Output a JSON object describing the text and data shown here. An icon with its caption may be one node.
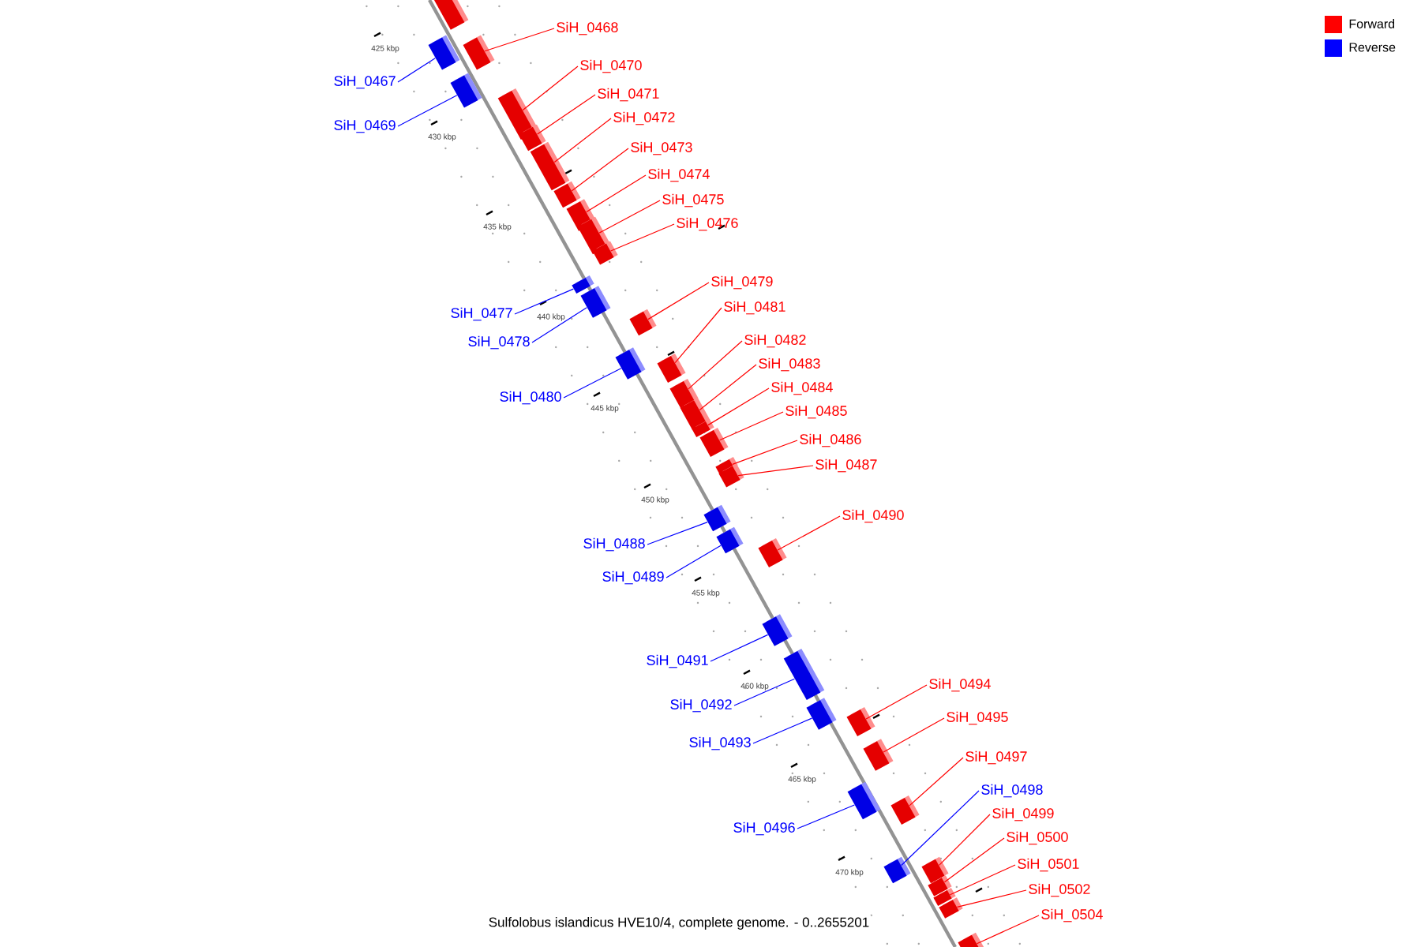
{
  "diagram": {
    "caption": "Sulfolobus islandicus HVE10/4, complete genome. - 0..2655201",
    "nodes": [
      {
        "text": [],
        "shape": "box"
      },
      {
        "text": [
          "SiH_0467"
        ]
      },
      {
        "text": [],
        "shape": "box"
      },
      {
        "text": [
          "SiH_0468"
        ]
      },
      {
        "text": [],
        "shape": "box"
      },
      {
        "text": [
          "SiH_0469"
        ]
      },
      {
        "text": [],
        "shape": "box"
      },
      {
        "text": [
          "SiH_0470"
        ]
      },
      {
        "text": [],
        "shape": "box"
      },
      {
        "text": [
          "SiH_0471"
        ]
      },
      {
        "text": [],
        "shape": "box"
      },
      {
        "text": [
          "SiH_0472"
        ]
      },
      {
        "text": [],
        "shape": "box"
      },
      {
        "text": [
          "SiH_0473"
        ]
      },
      {
        "text": [],
        "shape": "box"
      },
      {
        "text": [
          "SiH_0474"
        ]
      },
      {
        "text": [],
        "shape": "box"
      },
      {
        "text": [
          "SiH_0475"
        ]
      },
      {
        "text": [],
        "shape": "box"
      },
      {
        "text": [
          "SiH_0476"
        ]
      },
      {
        "text": [],
        "shape": "box"
      },
      {
        "text": [
          "SiH_0477"
        ]
      },
      {
        "text": [],
        "shape": "box"
      },
      {
        "text": [
          "SiH_0478"
        ]
      },
      {
        "text": [],
        "shape": "box"
      },
      {
        "text": [
          "SiH_0479"
        ]
      },
      {
        "text": [],
        "shape": "box"
      },
      {
        "text": [
          "SiH_0480"
        ]
      },
      {
        "text": [],
        "shape": "box"
      },
      {
        "text": [
          "SiH_0481"
        ]
      },
      {
        "text": [],
        "shape": "box"
      },
      {
        "text": [
          "SiH_0482"
        ]
      },
      {
        "text": [],
        "shape": "box"
      },
      {
        "text": [
          "SiH_0483"
        ]
      },
      {
        "text": [],
        "shape": "box"
      },
      {
        "text": [
          "SiH_0484"
        ]
      },
      {
        "text": [],
        "shape": "box"
      },
      {
        "text": [
          "SiH_0485"
        ]
      },
      {
        "text": [],
        "shape": "box"
      },
      {
        "text": [
          "SiH_0486"
        ]
      },
      {
        "text": [],
        "shape": "box"
      },
      {
        "text": [
          "SiH_0487"
        ]
      },
      {
        "text": [],
        "shape": "box"
      },
      {
        "text": [
          "SiH_0488"
        ]
      },
      {
        "text": [],
        "shape": "box"
      },
      {
        "text": [
          "SiH_0489"
        ]
      },
      {
        "text": [],
        "shape": "box"
      },
      {
        "text": [
          "SiH_0490"
        ]
      },
      {
        "text": [],
        "shape": "box"
      },
      {
        "text": [
          "SiH_0491"
        ]
      },
      {
        "text": [],
        "shape": "box"
      },
      {
        "text": [
          "SiH_0492"
        ]
      },
      {
        "text": [],
        "shape": "box"
      },
      {
        "text": [
          "SiH_0493"
        ]
      },
      {
        "text": [],
        "shape": "box"
      },
      {
        "text": [
          "SiH_0494"
        ]
      },
      {
        "text": [],
        "shape": "box"
      },
      {
        "text": [
          "SiH_0495"
        ]
      },
      {
        "text": [],
        "shape": "box"
      },
      {
        "text": [
          "SiH_0496"
        ]
      },
      {
        "text": [],
        "shape": "box"
      },
      {
        "text": [
          "SiH_0497"
        ]
      },
      {
        "text": [],
        "shape": "box"
      },
      {
        "text": [
          "SiH_0498"
        ]
      },
      {
        "text": [],
        "shape": "box"
      },
      {
        "text": [
          "SiH_0499"
        ]
      },
      {
        "text": [],
        "shape": "box"
      },
      {
        "text": [
          "SiH_0500"
        ]
      },
      {
        "text": [],
        "shape": "box"
      },
      {
        "text": [
          "SiH_0501"
        ]
      },
      {
        "text": [],
        "shape": "box"
      },
      {
        "text": [
          "SiH_0502"
        ]
      },
      {
        "text": [],
        "shape": "box"
      },
      {
        "text": [
          "SiH_0504"
        ]
      },
      {
        "text": [],
        "shape": "box"
      }
    ],
    "edges": [
      {
        "from": 1,
        "to": 2,
        "arrow": "none",
        "color": "#0000ff"
      },
      {
        "from": 3,
        "to": 4,
        "arrow": "none"
      },
      {
        "from": 5,
        "to": 6,
        "arrow": "none",
        "color": "#0000ff"
      },
      {
        "from": 7,
        "to": 8,
        "arrow": "none"
      },
      {
        "from": 9,
        "to": 10,
        "arrow": "none"
      },
      {
        "from": 11,
        "to": 12,
        "arrow": "none"
      },
      {
        "from": 13,
        "to": 14,
        "arrow": "none"
      },
      {
        "from": 15,
        "to": 16,
        "arrow": "none"
      },
      {
        "from": 17,
        "to": 18,
        "arrow": "none"
      },
      {
        "from": 19,
        "to": 20,
        "arrow": "none"
      },
      {
        "from": 21,
        "to": 22,
        "arrow": "none",
        "color": "#0000ff"
      },
      {
        "from": 23,
        "to": 24,
        "arrow": "none",
        "color": "#0000ff"
      },
      {
        "from": 25,
        "to": 26,
        "arrow": "none"
      },
      {
        "from": 27,
        "to": 28,
        "arrow": "none",
        "color": "#0000ff"
      },
      {
        "from": 29,
        "to": 30,
        "arrow": "none"
      },
      {
        "from": 31,
        "to": 32,
        "arrow": "none"
      },
      {
        "from": 33,
        "to": 34,
        "arrow": "none"
      },
      {
        "from": 35,
        "to": 36,
        "arrow": "none"
      },
      {
        "from": 37,
        "to": 38,
        "arrow": "none"
      },
      {
        "from": 39,
        "to": 40,
        "arrow": "none"
      },
      {
        "from": 41,
        "to": 42,
        "arrow": "none"
      },
      {
        "from": 43,
        "to": 44,
        "arrow": "none",
        "color": "#0000ff"
      },
      {
        "from": 45,
        "to": 46,
        "arrow": "none",
        "color": "#0000ff"
      },
      {
        "from": 47,
        "to": 48,
        "arrow": "none"
      },
      {
        "from": 49,
        "to": 50,
        "arrow": "none",
        "color": "#0000ff"
      },
      {
        "from": 51,
        "to": 52,
        "arrow": "none",
        "color": "#0000ff"
      },
      {
        "from": 53,
        "to": 54,
        "arrow": "none",
        "color": "#0000ff"
      },
      {
        "from": 55,
        "to": 56,
        "arrow": "none"
      },
      {
        "from": 57,
        "to": 58,
        "arrow": "none"
      },
      {
        "from": 59,
        "to": 60,
        "arrow": "none",
        "color": "#0000ff"
      },
      {
        "from": 61,
        "to": 62,
        "arrow": "none"
      },
      {
        "from": 63,
        "to": 64,
        "arrow": "none",
        "color": "#0000ff"
      },
      {
        "from": 65,
        "to": 66,
        "arrow": "none"
      },
      {
        "from": 67,
        "to": 68,
        "arrow": "none"
      },
      {
        "from": 69,
        "to": 70,
        "arrow": "none"
      },
      {
        "from": 71,
        "to": 72,
        "arrow": "none"
      },
      {
        "from": 73,
        "to": 74,
        "arrow": "none"
      }
    ],
    "labels": [
      "425 kbp",
      "430 kbp",
      "435 kbp",
      "440 kbp",
      "445 kbp",
      "450 kbp",
      "455 kbp",
      "460 kbp",
      "465 kbp",
      "470 kbp"
    ],
    "legend": [
      {
        "text": "Forward",
        "color": "#ff0000"
      },
      {
        "text": "Reverse",
        "color": "#0000ff"
      }
    ]
  }
}
